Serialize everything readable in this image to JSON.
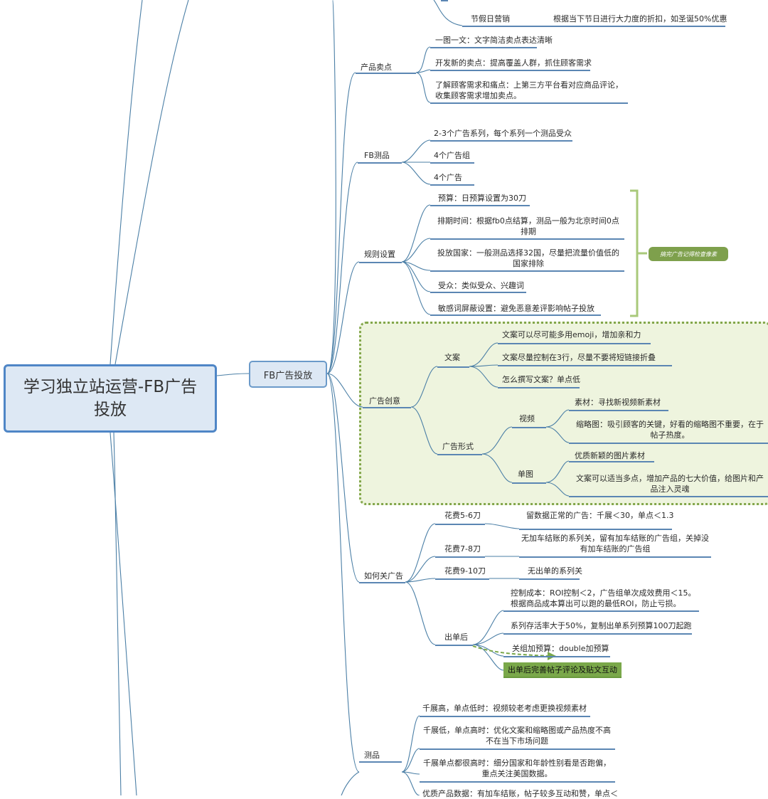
{
  "root": {
    "title": "学习独立站运营-FB广告投放"
  },
  "branch": {
    "label": "FB广告投放"
  },
  "top": {
    "holiday_label": "节假日营销",
    "holiday_text": "根据当下节日进行大力度的折扣，如圣诞50%优惠",
    "selling_label": "产品卖点",
    "selling_items": [
      "一图一文：文字简洁卖点表达清晰",
      "开发新的卖点：提高覆盖人群，抓住顾客需求",
      "了解顾客需求和痛点：上第三方平台看对应商品评论，收集顾客需求增加卖点。"
    ]
  },
  "fb_test": {
    "label": "FB测品",
    "items": [
      "2-3个广告系列，每个系列一个测品受众",
      "4个广告组",
      "4个广告"
    ]
  },
  "rules": {
    "label": "规则设置",
    "items": [
      "预算：日预算设置为30刀",
      "排期时间：根据fb0点结算，测品一般为北京时间0点排期",
      "投放国家：一般测品选择32国，尽量把流量价值低的国家排除",
      "受众：类似受众、兴趣词",
      "敏感词屏蔽设置：避免恶意差评影响帖子投放"
    ],
    "summary": "搞完广告记得检查像素"
  },
  "creative": {
    "label": "广告创意",
    "copy_label": "文案",
    "copy_items": [
      "文案可以尽可能多用emoji，增加亲和力",
      "文案尽量控制在3行，尽量不要将短链接折叠",
      "怎么撰写文案？单点低"
    ],
    "form_label": "广告形式",
    "video_label": "视频",
    "video_items": [
      "素材：寻找新视频新素材",
      "缩略图：吸引顾客的关键，好看的缩略图不重要，在于帖子热度。"
    ],
    "image_label": "单图",
    "image_items": [
      "优质新颖的图片素材",
      "文案可以适当多点，增加产品的七大价值，给图片和产品注入灵魂"
    ]
  },
  "close_ads": {
    "label": "如何关广告",
    "spend1_label": "花费5-6刀",
    "spend1_text": "留数据正常的广告：千展＜30，单点＜1.3",
    "spend2_label": "花费7-8刀",
    "spend2_text": "无加车结账的系列关，留有加车结账的广告组，关掉没有加车结账的广告组",
    "spend3_label": "花费9-10刀",
    "spend3_text": "无出单的系列关",
    "after_label": "出单后",
    "after_items": [
      "控制成本：ROI控制＜2，广告组单次成效费用＜15。根据商品成本算出可以跑的最低ROI，防止亏损。",
      "系列存活率大于50%，复制出单系列预算100刀起跑",
      "关组加预算：double加预算"
    ],
    "note": "出单后完善帖子评论及贴文互动"
  },
  "test_product": {
    "label": "测品",
    "items": [
      "千展高，单点低时：视频较老考虑更换视频素材",
      "千展低，单点高时：优化文案和缩略图或产品热度不高不在当下市场问题",
      "千展单点都很高时：细分国家和年龄性别看是否跑偏，重点关注美国数据。",
      "优质产品数据：有加车结账，帖子较多互动和赞，单点＜"
    ]
  },
  "colors": {
    "line": "#4b7fa6",
    "underline": "#5b86b3",
    "root_border": "#4f86c6",
    "green": "#82a64a"
  }
}
